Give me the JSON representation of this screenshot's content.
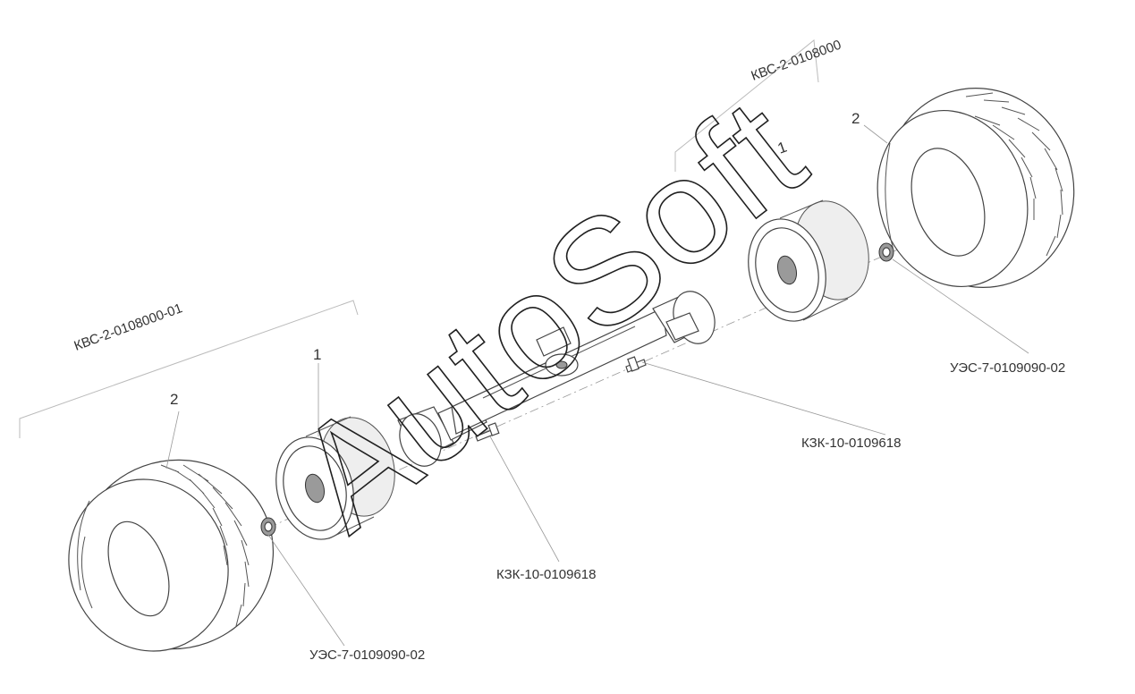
{
  "assemblies": {
    "left": {
      "code": "КВС-2-0108000-01"
    },
    "right": {
      "code": "КВС-2-0108000"
    }
  },
  "positions": {
    "left_rim": "1",
    "left_tire": "2",
    "right_rim": "1",
    "right_tire": "2"
  },
  "parts": {
    "nut_left": "УЭС-7-0109090-02",
    "nut_right": "УЭС-7-0109090-02",
    "stud_left": "КЗК-10-0109618",
    "stud_right": "КЗК-10-0109618"
  },
  "watermark": {
    "text": "AutoSoft"
  }
}
